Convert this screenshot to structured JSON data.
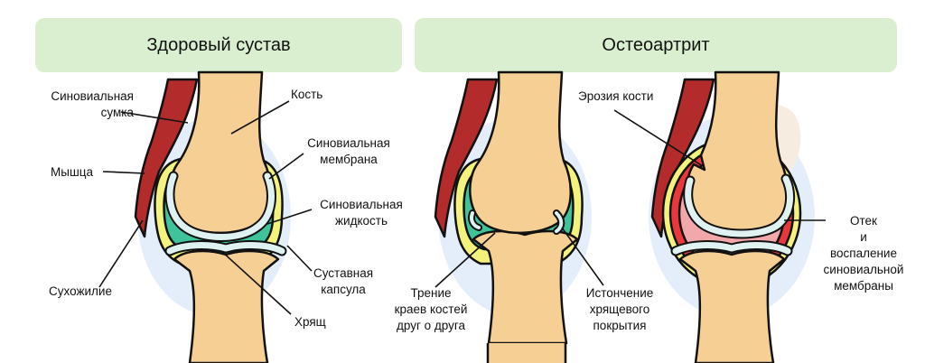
{
  "headers": {
    "healthy": "Здоровый сустав",
    "osteoarthritis": "Остеоартрит"
  },
  "labels": {
    "bursa_1": "Синовиальная",
    "bursa_2": "сумка",
    "bone": "Кость",
    "membrane_1": "Синовиальная",
    "membrane_2": "мембрана",
    "muscle": "Мышца",
    "fluid_1": "Синовиальная",
    "fluid_2": "жидкость",
    "capsule_1": "Суставная",
    "capsule_2": "капсула",
    "tendon": "Сухожилие",
    "cartilage": "Хрящ",
    "friction_1": "Трение",
    "friction_2": "краев костей",
    "friction_3": "друг о друга",
    "thinning_1": "Истончение",
    "thinning_2": "хрящевого",
    "thinning_3": "покрытия",
    "erosion": "Эрозия кости",
    "edema_1": "Отек",
    "edema_2": "и",
    "edema_3": "воспаление",
    "edema_4": "синовиальной",
    "edema_5": "мембраны"
  },
  "colors": {
    "header_bg": "#d9efcf",
    "bone": "#f5cf93",
    "cartilage": "#dff1f0",
    "fluid": "#3fc39a",
    "capsule": "#f3f27c",
    "halo": "#e4eefb",
    "muscle": "#b32b2b",
    "inflamed": "#e8383b",
    "swelling": "#f2a7ab"
  }
}
